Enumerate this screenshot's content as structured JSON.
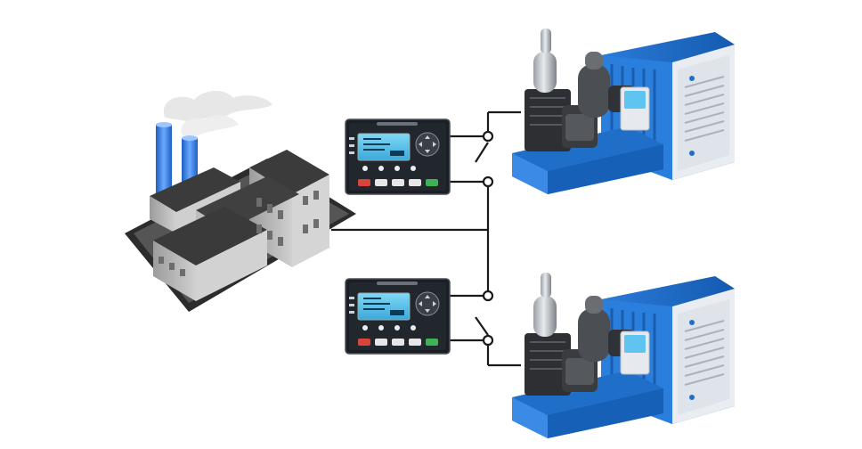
{
  "diagram": {
    "type": "generator-parallel-system",
    "nodes": [
      {
        "id": "factory",
        "kind": "factory-building",
        "icon": "factory-icon"
      },
      {
        "id": "controller-1",
        "kind": "generator-controller",
        "icon": "controller-icon"
      },
      {
        "id": "controller-2",
        "kind": "generator-controller",
        "icon": "controller-icon"
      },
      {
        "id": "generator-1",
        "kind": "diesel-generator-set",
        "icon": "generator-icon"
      },
      {
        "id": "generator-2",
        "kind": "diesel-generator-set",
        "icon": "generator-icon"
      }
    ],
    "edges": [
      {
        "from": "factory",
        "to": "bus"
      },
      {
        "from": "controller-1",
        "to": "generator-1"
      },
      {
        "from": "controller-1",
        "to": "bus"
      },
      {
        "from": "controller-2",
        "to": "generator-2"
      },
      {
        "from": "controller-2",
        "to": "bus"
      },
      {
        "from": "bus",
        "to": "generator-1",
        "via": "breaker-1"
      },
      {
        "from": "bus",
        "to": "generator-2",
        "via": "breaker-2"
      }
    ],
    "colors": {
      "line": "#1a1a1a",
      "generator_blue": "#1f6fc9",
      "controller_body": "#1b1e24",
      "lcd": "#58c6ee",
      "building": "#b9b9b9",
      "roof": "#444444",
      "chimney": "#2f7fe0"
    }
  }
}
